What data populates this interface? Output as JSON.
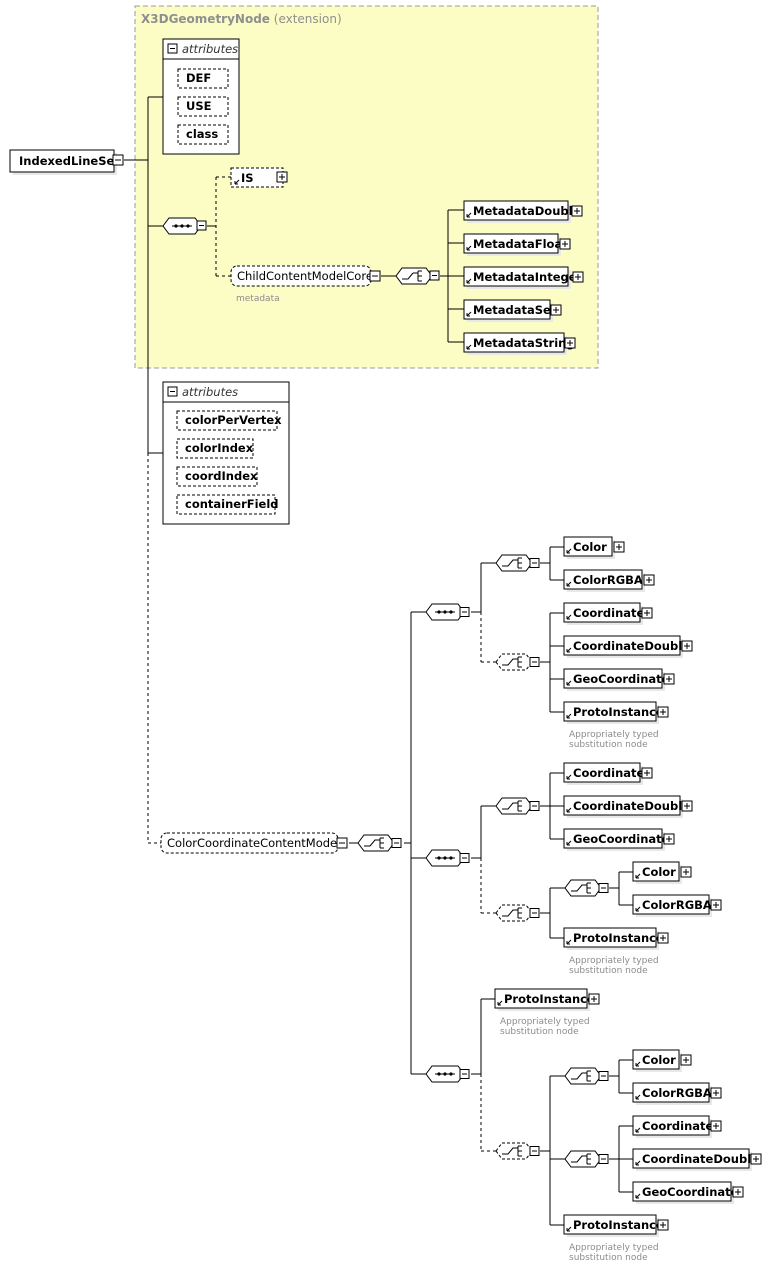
{
  "root_element": "IndexedLineSet",
  "extension": {
    "title": "X3DGeometryNode",
    "suffix": "(extension)",
    "attributes_label": "attributes",
    "attributes": [
      "DEF",
      "USE",
      "class"
    ],
    "is_element": "IS",
    "group_ref": "ChildContentModelCore",
    "group_sublabel": "metadata",
    "metadata_elements": [
      "MetadataDouble",
      "MetadataFloat",
      "MetadataInteger",
      "MetadataSet",
      "MetadataString"
    ]
  },
  "attributes_label": "attributes",
  "attributes": [
    "colorPerVertex",
    "colorIndex",
    "coordIndex",
    "containerField"
  ],
  "content_model_group": "ColorCoordinateContentModel",
  "elements": {
    "color": "Color",
    "color_rgba": "ColorRGBA",
    "coordinate": "Coordinate",
    "coordinate_double": "CoordinateDouble",
    "geo_coordinate": "GeoCoordinate",
    "proto_instance": "ProtoInstance"
  },
  "note_line1": "Appropriately typed",
  "note_line2": "substitution node",
  "colors": {
    "extension_fill": "#fcfcc5",
    "extension_border": "#9a9a9a",
    "line": "#000000"
  }
}
